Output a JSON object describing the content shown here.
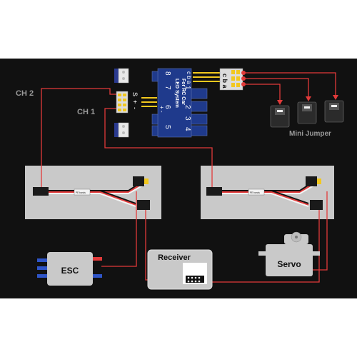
{
  "channels": {
    "ch2": "CH 2",
    "ch1": "CH 1"
  },
  "led_module": {
    "title_line1": "LED System",
    "title_line2": "For RC Car",
    "pin_labels": [
      "S",
      "+",
      "-"
    ],
    "abc": "c b a",
    "numbers_top": [
      "8",
      "7",
      "6",
      "5"
    ],
    "numbers_bottom": [
      "1",
      "2",
      "3",
      "4"
    ],
    "pm": "+ -"
  },
  "jumper_block": {
    "label": "c b a"
  },
  "mini_jumper": "Mini Jumper",
  "y_cable_tag": "PE bonds",
  "esc": "ESC",
  "receiver": "Receiver",
  "servo": "Servo",
  "colors": {
    "background": "#111111",
    "panel": "#c9c9c9",
    "wire_red": "#e23a3a",
    "module_blue": "#1f3a8c",
    "label_gray": "#9a9a9a",
    "pin_yellow": "#f2c81e"
  }
}
